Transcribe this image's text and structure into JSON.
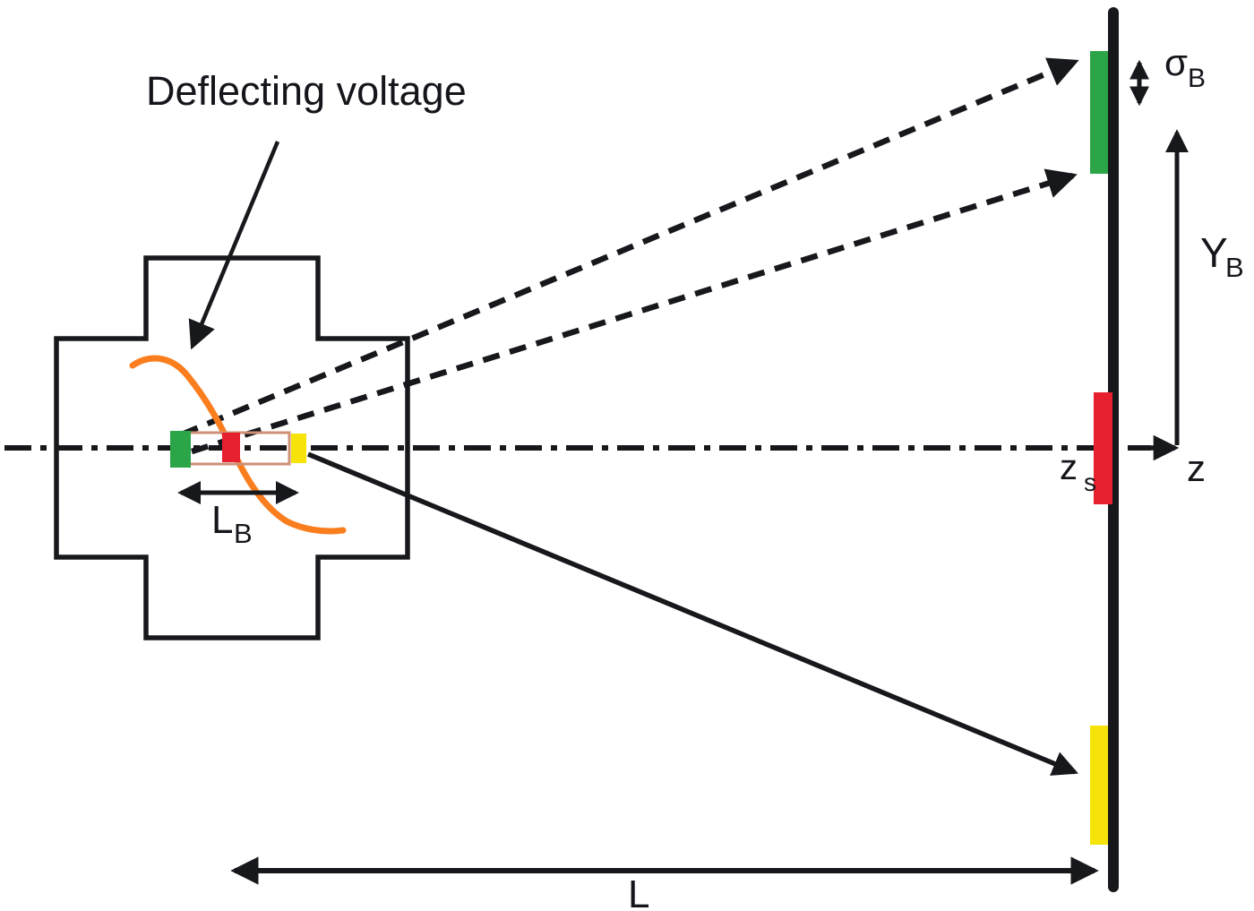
{
  "figure": {
    "annotation": {
      "deflecting_voltage": "Deflecting voltage"
    },
    "labels": {
      "lb": {
        "main": "L",
        "sub": "B"
      },
      "sigma": {
        "main": "σ",
        "sub": "B"
      },
      "yb": {
        "main": "Y",
        "sub": "B"
      },
      "zs": {
        "main": "z",
        "sub": "s"
      },
      "z": {
        "main": "z"
      },
      "l": {
        "main": "L"
      }
    },
    "elements": {
      "cavity": "deflecting cavity cross-section",
      "screen": "observation screen",
      "bunch_slices": [
        "green-head",
        "red-center",
        "yellow-tail"
      ],
      "screen_spots": [
        "green-top",
        "red-axis",
        "yellow-bottom"
      ]
    }
  },
  "colors": {
    "line": "#17181c",
    "text": "#15161c",
    "green": "#2BA548",
    "red": "#E6202E",
    "yellow": "#F5E30A",
    "orange": "#FA7D1E",
    "salmon": "#CE9077",
    "background": "#FFFFFF"
  }
}
